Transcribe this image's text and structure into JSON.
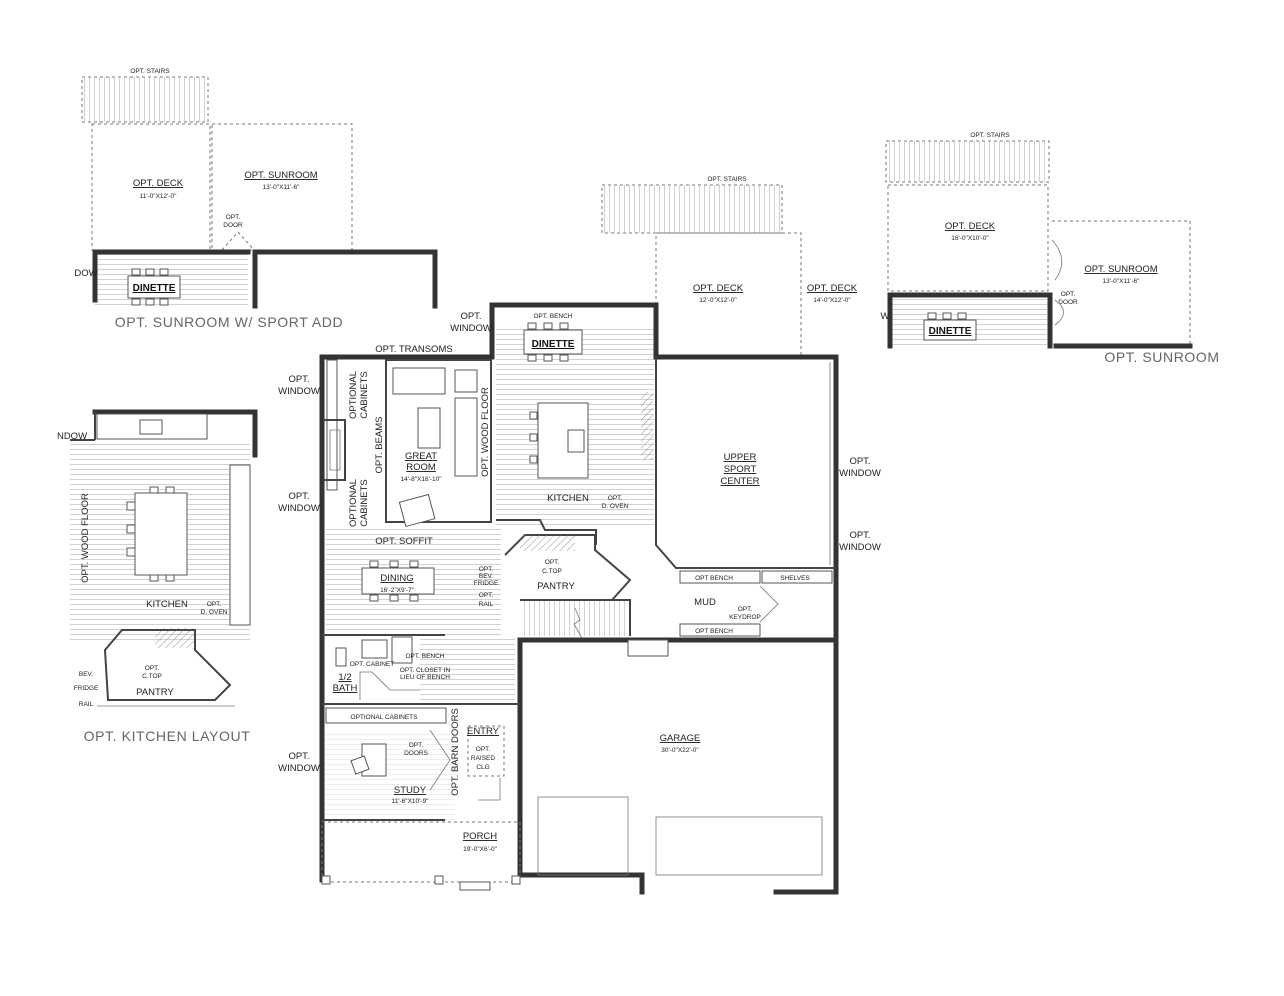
{
  "labels": {
    "opt_stairs": "OPT. STAIRS",
    "opt_deck": "OPT. DECK",
    "opt_sunroom": "OPT. SUNROOM",
    "opt_door": "OPT.",
    "opt_door2": "DOOR",
    "dinette": "DINETTE",
    "opt_window1": "OPT.",
    "opt_window2": "WINDOW",
    "opt_bench": "OPT. BENCH",
    "opt_transoms": "OPT. TRANSOMS",
    "optional": "OPTIONAL",
    "cabinets": "CABINETS",
    "opt_beams": "OPT. BEAMS",
    "great1": "GREAT",
    "great2": "ROOM",
    "opt_wood_floor": "OPT. WOOD FLOOR",
    "kitchen": "KITCHEN",
    "opt": "OPT.",
    "d_oven": "D. OVEN",
    "upper1": "UPPER",
    "upper2": "SPORT",
    "upper3": "CENTER",
    "opt_soffit": "OPT. SOFFIT",
    "dining": "DINING",
    "bev": "BEV.",
    "fridge": "FRIDGE",
    "rail": "RAIL",
    "c_top": "C.TOP",
    "pantry": "PANTRY",
    "mud": "MUD",
    "opt_bench_caps": "OPT BENCH",
    "shelves": "SHELVES",
    "keydrop": "KEYDROP",
    "opt_cabinet": "OPT. CABINET",
    "opt_bench2": "OPT. BENCH",
    "opt_closet1": "OPT. CLOSET IN",
    "opt_closet2": "LIEU OF BENCH",
    "half": "1/2",
    "bath": "BATH",
    "optional_cabinets": "OPTIONAL CABINETS",
    "opt_doors1": "OPT.",
    "opt_doors2": "DOORS",
    "opt_barn_doors": "OPT. BARN DOORS",
    "entry": "ENTRY",
    "raised1": "OPT.",
    "raised2": "RAISED",
    "raised3": "CLG",
    "study": "STUDY",
    "porch": "PORCH",
    "garage": "GARAGE",
    "dow": "DOW",
    "ndow": "NDOW",
    "w": "W"
  },
  "dims": {
    "deck_left": "11'-0\"X12'-0\"",
    "sunroom_left": "13'-0\"X11'-6\"",
    "deck_main": "12'-0\"X12'-0\"",
    "deck_main_wide": "14'-0\"X12'-0\"",
    "deck_right": "16'-0\"X10'-0\"",
    "sunroom_right": "13'-0\"X11'-6\"",
    "great_room": "14'-8\"X16'-10\"",
    "dining": "16'-2\"X9'-7\"",
    "study": "11'-6\"X10'-9\"",
    "porch": "19'-0\"X6'-0\"",
    "garage": "30'-0\"X22'-0\""
  },
  "captions": {
    "sport_add": "OPT. SUNROOM W/ SPORT ADD",
    "kitchen_layout": "OPT. KITCHEN LAYOUT",
    "sunroom": "OPT. SUNROOM"
  }
}
